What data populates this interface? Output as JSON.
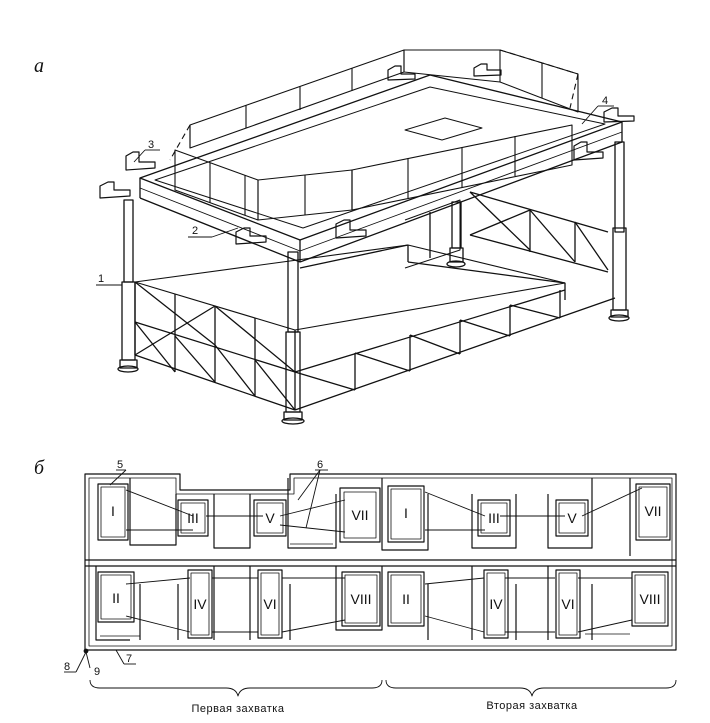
{
  "part_labels": {
    "a": "а",
    "b": "б"
  },
  "callouts_top": [
    "1",
    "2",
    "3",
    "4"
  ],
  "callouts_bottom": [
    "5",
    "6",
    "7",
    "8",
    "9"
  ],
  "cells_top": [
    "I",
    "III",
    "V",
    "VII",
    "I",
    "III",
    "V",
    "VII"
  ],
  "cells_bottom": [
    "II",
    "IV",
    "VI",
    "VIII",
    "II",
    "IV",
    "VI",
    "VIII"
  ],
  "sections": {
    "first": "Первая захватка",
    "second": "Вторая захватка"
  }
}
